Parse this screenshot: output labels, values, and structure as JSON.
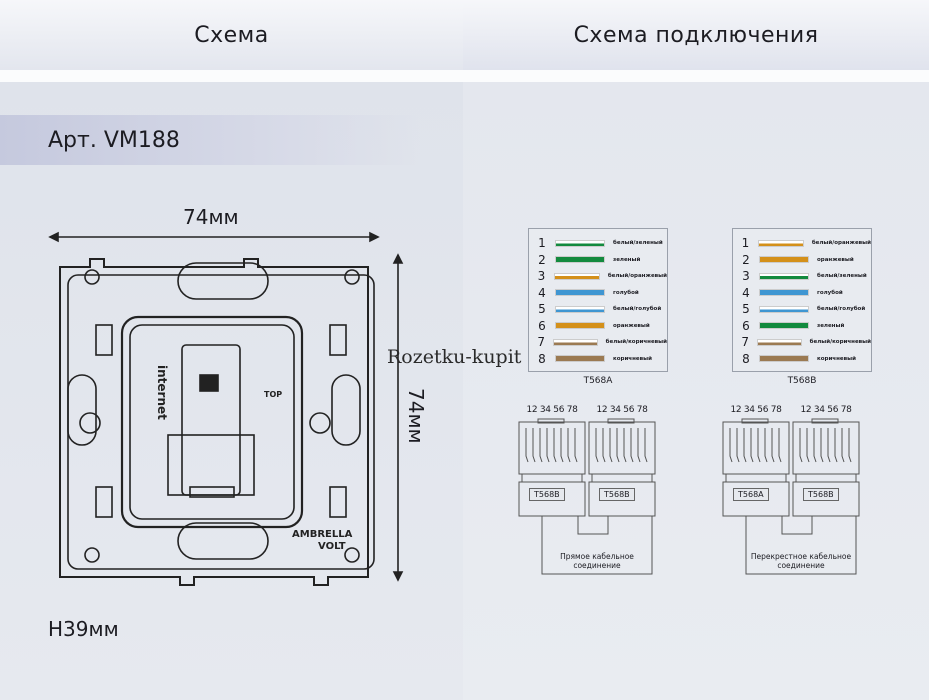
{
  "header": {
    "left_title": "Схема",
    "right_title": "Схема подключения"
  },
  "left": {
    "article": "Арт. VM188",
    "width": "74мм",
    "height": "74мм",
    "depth": "H39мм",
    "device": {
      "label_internet": "internet",
      "label_top": "TOP",
      "brand_line1": "AMBRELLA",
      "brand_line2": "VOLT"
    }
  },
  "watermark": "Rozetku-kupit",
  "tables": [
    {
      "caption": "T568A",
      "rows": [
        {
          "n": "1",
          "label": "белый/зеленый",
          "color": "#138a3e",
          "white": true
        },
        {
          "n": "2",
          "label": "зеленый",
          "color": "#138a3e",
          "white": false
        },
        {
          "n": "3",
          "label": "белый/оранжевый",
          "color": "#d4901a",
          "white": true
        },
        {
          "n": "4",
          "label": "голубой",
          "color": "#3f96d2",
          "white": false
        },
        {
          "n": "5",
          "label": "белый/голубой",
          "color": "#3f96d2",
          "white": true
        },
        {
          "n": "6",
          "label": "оранжевый",
          "color": "#d4901a",
          "white": false
        },
        {
          "n": "7",
          "label": "белый/коричневый",
          "color": "#9b7a52",
          "white": true
        },
        {
          "n": "8",
          "label": "коричневый",
          "color": "#9b7a52",
          "white": false
        }
      ]
    },
    {
      "caption": "T568B",
      "rows": [
        {
          "n": "1",
          "label": "белый/оранжевый",
          "color": "#d4901a",
          "white": true
        },
        {
          "n": "2",
          "label": "оранжевый",
          "color": "#d4901a",
          "white": false
        },
        {
          "n": "3",
          "label": "белый/зеленый",
          "color": "#138a3e",
          "white": true
        },
        {
          "n": "4",
          "label": "голубой",
          "color": "#3f96d2",
          "white": false
        },
        {
          "n": "5",
          "label": "белый/голубой",
          "color": "#3f96d2",
          "white": true
        },
        {
          "n": "6",
          "label": "зеленый",
          "color": "#138a3e",
          "white": false
        },
        {
          "n": "7",
          "label": "белый/коричневый",
          "color": "#9b7a52",
          "white": true
        },
        {
          "n": "8",
          "label": "коричневый",
          "color": "#9b7a52",
          "white": false
        }
      ]
    }
  ],
  "pins": "12 34 56 78",
  "connections": [
    {
      "plugs": [
        "T568B",
        "T568B"
      ],
      "line1": "Прямое кабельное",
      "line2": "соединение"
    },
    {
      "plugs": [
        "T568A",
        "T568B"
      ],
      "line1": "Перекрестное кабельное",
      "line2": "соединение"
    }
  ]
}
